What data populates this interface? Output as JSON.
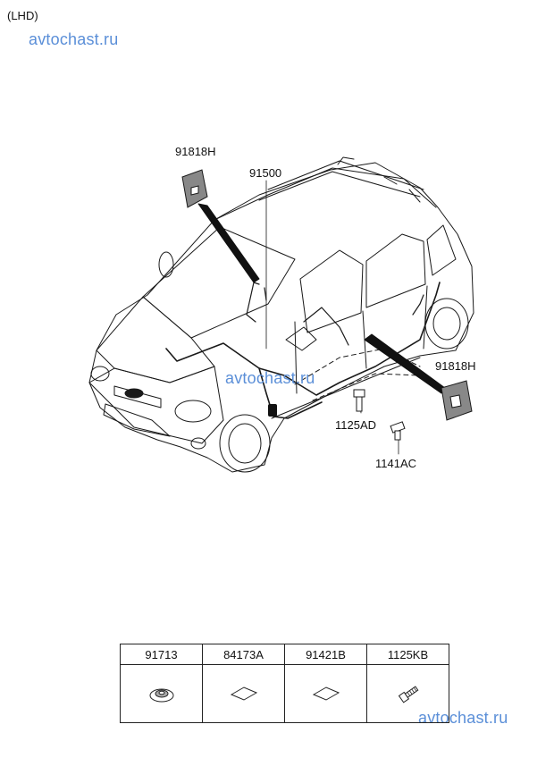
{
  "header": {
    "variant": "(LHD)"
  },
  "watermarks": {
    "top": "avtochast.ru",
    "middle": "avtochast.ru",
    "bottom": "avtochast.ru"
  },
  "callouts": {
    "grommet_top": "91818H",
    "harness": "91500",
    "grommet_right": "91818H",
    "bolt": "1125AD",
    "screw": "1141AC"
  },
  "parts_table": {
    "columns": [
      {
        "part_no": "91713",
        "icon": "grommet-icon"
      },
      {
        "part_no": "84173A",
        "icon": "pad-icon"
      },
      {
        "part_no": "91421B",
        "icon": "pad-icon"
      },
      {
        "part_no": "1125KB",
        "icon": "bolt-icon"
      }
    ]
  }
}
